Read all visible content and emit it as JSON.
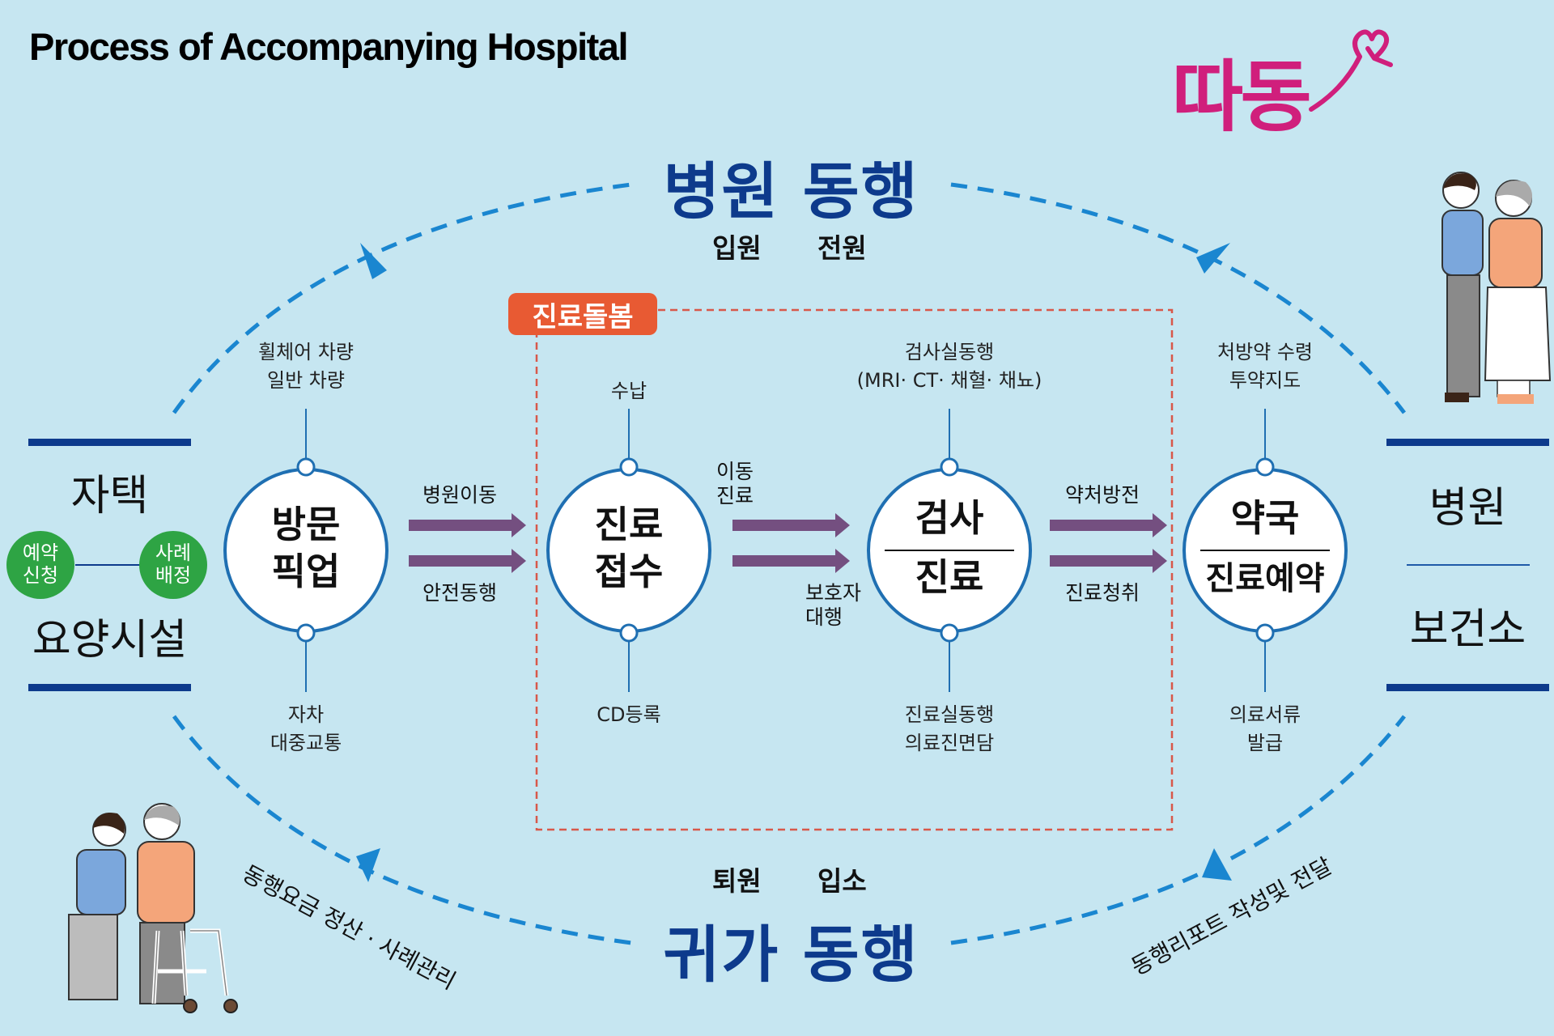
{
  "header": {
    "title": "Process of Accompanying Hospital",
    "logo_text": "따동"
  },
  "colors": {
    "background": "#c6e6f1",
    "title_blue": "#0d3a8c",
    "dash_blue": "#1a86d0",
    "node_border": "#1f6fb2",
    "arrow_purple": "#744f80",
    "care_box": "#e85a33",
    "logo_pink": "#d01f7c",
    "green": "#2ea444"
  },
  "top_section": {
    "title": "병원 동행",
    "sub_left": "입원",
    "sub_right": "전원"
  },
  "bottom_section": {
    "title": "귀가 동행",
    "sub_left": "퇴원",
    "sub_right": "입소"
  },
  "care_box": {
    "label": "진료돌봄"
  },
  "start": {
    "top": "자택",
    "bottom": "요양시설",
    "badge_left": "예약\n신청",
    "badge_right": "사례\n배정"
  },
  "end": {
    "top": "병원",
    "bottom": "보건소"
  },
  "nodes": [
    {
      "label": "방문\n픽업",
      "above": "휠체어 차량\n일반 차량",
      "below": "자차\n대중교통"
    },
    {
      "label": "진료\n접수",
      "above": "수납",
      "below": "CD등록"
    },
    {
      "label_top": "검사",
      "label_bottom": "진료",
      "above": "검사실동행\n(MRI· CT· 채혈· 채뇨)",
      "below": "진료실동행\n의료진면담"
    },
    {
      "label_top": "약국",
      "label_bottom": "진료예약",
      "above": "처방약 수령\n투약지도",
      "below": "의료서류\n발급"
    }
  ],
  "arrows": [
    {
      "above": "병원이동",
      "below": "안전동행"
    },
    {
      "above": "이동\n진료",
      "below": "보호자\n대행"
    },
    {
      "above": "약처방전",
      "below": "진료청취"
    }
  ],
  "diagonal_notes": {
    "left": "동행요금 정산 · 사례관리",
    "right": "동행리포트 작성및 전달"
  },
  "illustrations": {
    "top_right": "caregiver-with-elderly-woman",
    "bottom_left": "caregiver-with-elderly-man-walker"
  }
}
